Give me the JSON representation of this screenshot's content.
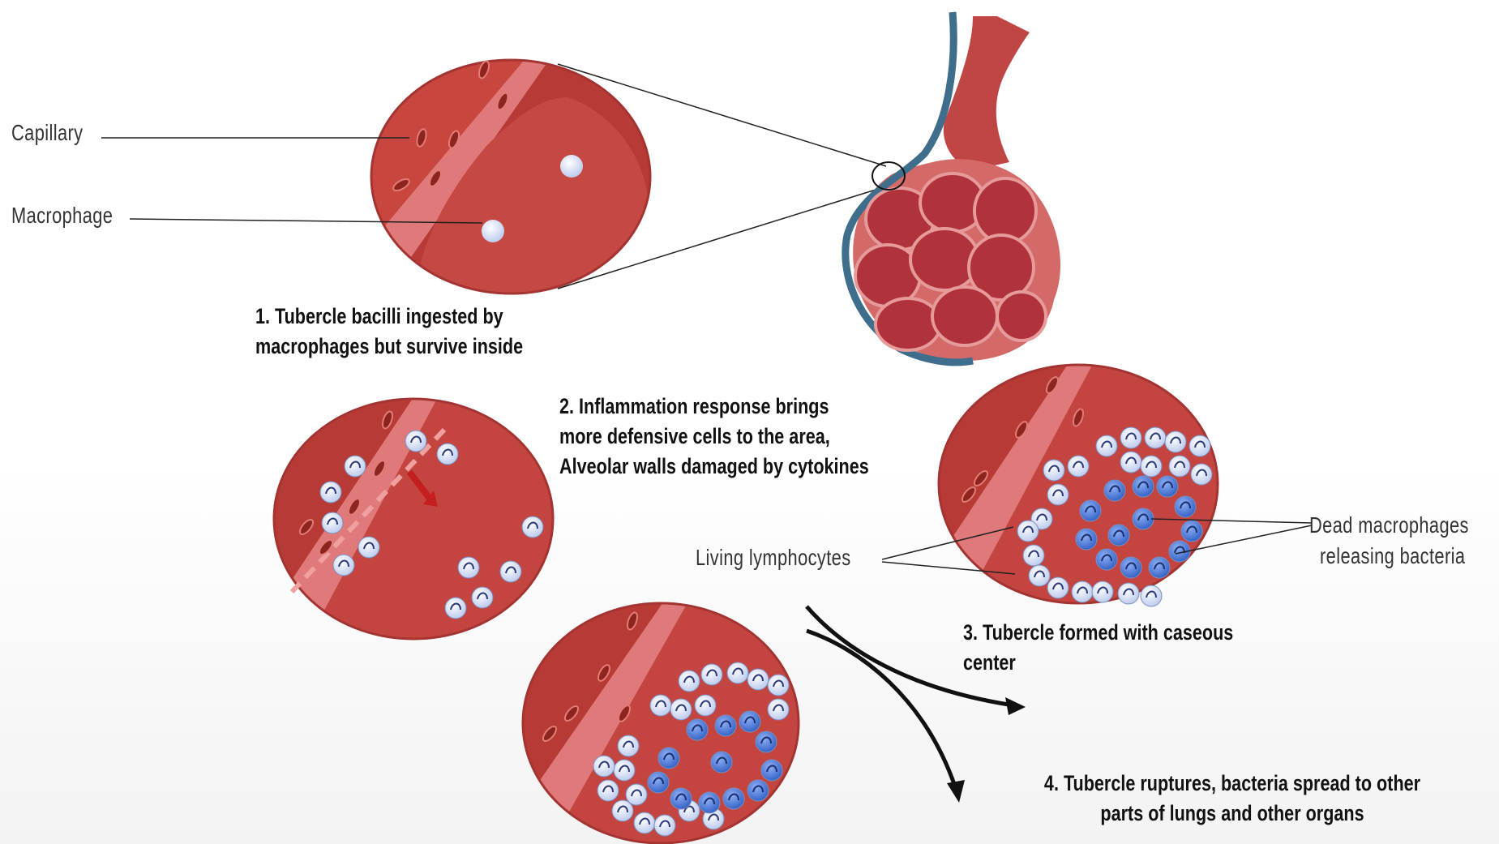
{
  "labels": {
    "capillary": "Capillary",
    "macrophage": "Macrophage",
    "living_lymphocytes": "Living lymphocytes",
    "dead_macrophages_line1": "Dead macrophages",
    "dead_macrophages_line2": "releasing bacteria"
  },
  "steps": [
    {
      "line1": "1. Tubercle bacilli ingested by",
      "line2": "macrophages but survive inside"
    },
    {
      "line1": "2. Inflammation response brings",
      "line2": "more defensive cells to the area,",
      "line3": "Alveolar walls damaged by cytokines"
    },
    {
      "line1": "3. Tubercle formed with caseous",
      "line2": "center"
    },
    {
      "line1": "4. Tubercle ruptures, bacteria spread to other",
      "line2": "parts of lungs and other organs"
    }
  ],
  "colors": {
    "tissue_dark": "#b83a35",
    "tissue_mid": "#c9463f",
    "capillary_light": "#e07a7a",
    "vessel_blue": "#3f6d8c",
    "lymphocyte": "#dfe6f7",
    "dead_macrophage": "#4a78d6"
  }
}
